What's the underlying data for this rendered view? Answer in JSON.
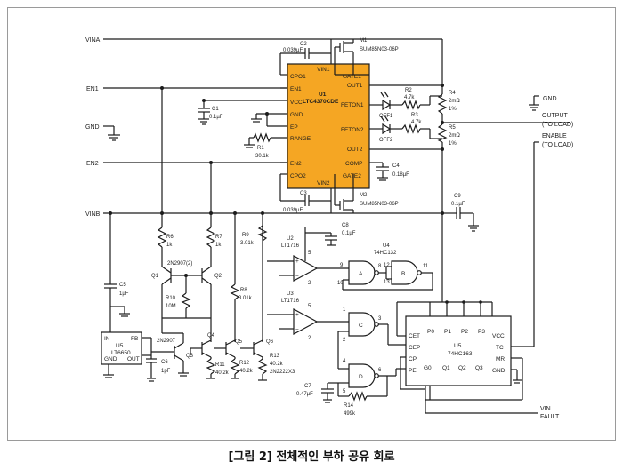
{
  "caption": "[그림 2] 전체적인 부하 공유 회로",
  "rails": {
    "vina": "VINA",
    "vinb": "VINB",
    "en1": "EN1",
    "en2": "EN2",
    "gnd_left": "GND",
    "gnd_right": "GND",
    "vin_fault_1": "VIN",
    "vin_fault_2": "FAULT"
  },
  "outputs": {
    "output_1": "OUTPUT",
    "output_2": "(TO LOAD)",
    "enable_1": "ENABLE",
    "enable_2": "(TO LOAD)"
  },
  "u1": {
    "ref": "U1",
    "part": "LTC4370CDE",
    "pins_left": [
      "CPO1",
      "EN1",
      "VCC",
      "GND",
      "EP",
      "RANGE",
      "EN2",
      "CPO2"
    ],
    "pins_right": [
      "GATE1",
      "OUT1",
      "FETON1",
      "FETON2",
      "OUT2",
      "COMP",
      "GATE2"
    ],
    "pin_top": "VIN1",
    "pin_bottom": "VIN2"
  },
  "mosfets": [
    {
      "ref": "M1",
      "part": "SUM85N03-06P"
    },
    {
      "ref": "M2",
      "part": "SUM85N03-06P"
    }
  ],
  "components": {
    "c1": [
      "C1",
      "0.1µF"
    ],
    "c2": [
      "C2",
      "0.039µF"
    ],
    "c3": [
      "C3",
      "0.039µF"
    ],
    "c4": [
      "C4",
      "0.18µF"
    ],
    "c5": [
      "C5",
      "1µF"
    ],
    "c6": [
      "C6",
      "1pF"
    ],
    "c7": [
      "C7",
      "0.47µF"
    ],
    "c8": [
      "C8",
      "0.1µF"
    ],
    "c9": [
      "C9",
      "0.1µF"
    ],
    "r1": [
      "R1",
      "30.1k"
    ],
    "r2": [
      "R2",
      "4.7k"
    ],
    "r3": [
      "R3",
      "4.7k"
    ],
    "r4": [
      "R4",
      "2mΩ",
      "1%"
    ],
    "r5": [
      "R5",
      "2mΩ",
      "1%"
    ],
    "r6": [
      "R6",
      "1k"
    ],
    "r7": [
      "R7",
      "1k"
    ],
    "r8": [
      "R8",
      "3.01k"
    ],
    "r9": [
      "R9",
      "3.01k"
    ],
    "r10": [
      "R10",
      "10M"
    ],
    "r11": [
      "R11",
      "40.2k"
    ],
    "r12": [
      "R12",
      "40.2k"
    ],
    "r13": [
      "R13",
      "40.2k"
    ],
    "r14": [
      "R14",
      "499k"
    ]
  },
  "leds": [
    "OFF1",
    "OFF2"
  ],
  "transistors": {
    "pair": "2N2907(2)",
    "q1": "Q1",
    "q2": "Q2",
    "q3": "Q3",
    "q3_part": "2N2907",
    "q4": "Q4",
    "q5": "Q5",
    "q6": "Q6",
    "npn_part": "2N2222X3"
  },
  "u5": {
    "ref": "U5",
    "part": "LT6650",
    "pins": [
      "IN",
      "FB",
      "GND",
      "OUT"
    ]
  },
  "comparators": {
    "u2": "U2",
    "u2_part": "LT1716",
    "u3": "U3",
    "u3_part": "LT1716"
  },
  "u4": {
    "ref": "U4",
    "part": "74HC132",
    "gates": [
      "A",
      "B",
      "C",
      "D"
    ]
  },
  "counter": {
    "ref": "U5",
    "part": "74HC163",
    "pins_top": [
      "P0",
      "P1",
      "P2",
      "P3"
    ],
    "pins_left": [
      "CET",
      "CEP",
      "CP",
      "PE"
    ],
    "pins_bottom": [
      "G0",
      "Q1",
      "Q2",
      "Q3"
    ],
    "pins_right": [
      "VCC",
      "TC",
      "MR",
      "GND"
    ]
  },
  "pin_numbers": {
    "cmp_plus": "+",
    "cmp_minus": "−",
    "p1": "1",
    "p2": "2",
    "p3": "3",
    "p4": "4",
    "p5": "5",
    "p6": "6",
    "p8": "8",
    "p9": "9",
    "p10": "10",
    "p11": "11",
    "p12": "12",
    "p13": "13"
  }
}
